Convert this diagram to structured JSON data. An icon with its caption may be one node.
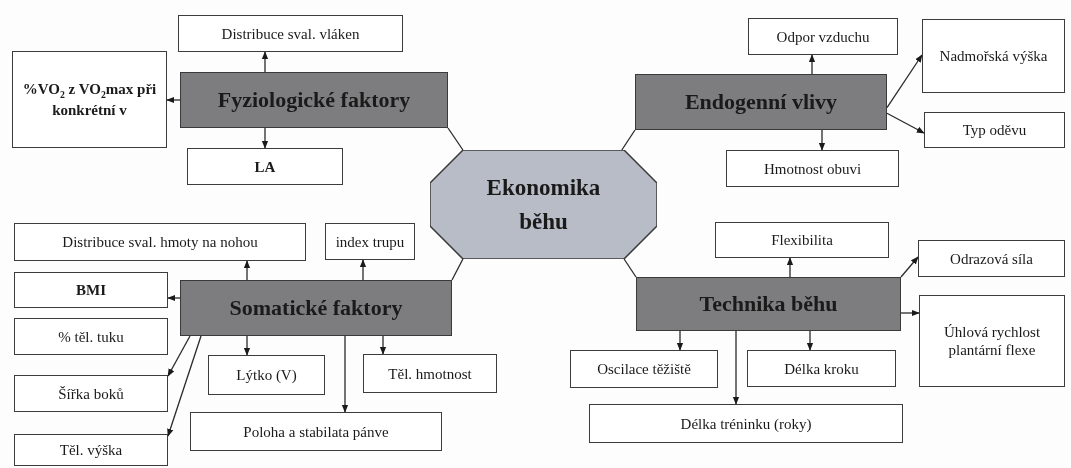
{
  "diagram": {
    "nodes": [
      {
        "text": [
          "Ekonomika běhu"
        ]
      },
      {
        "text": [
          "Fyziologické faktory"
        ]
      },
      {
        "text": [
          "Distribuce sval. vláken"
        ]
      },
      {
        "text": [
          "%VO$_{2}$ z VO$_{2}$max při konkrétní v"
        ]
      },
      {
        "text": [
          "LA"
        ]
      },
      {
        "text": [
          "Endogenní vlivy"
        ]
      },
      {
        "text": [
          "Odpor vzduchu"
        ]
      },
      {
        "text": [
          "Nadmořská výška"
        ]
      },
      {
        "text": [
          "Typ oděvu"
        ]
      },
      {
        "text": [
          "Hmotnost obuvi"
        ]
      },
      {
        "text": [
          "Somatické faktory"
        ]
      },
      {
        "text": [
          "Distribuce sval. hmoty na nohou"
        ]
      },
      {
        "text": [
          "index trupu"
        ]
      },
      {
        "text": [
          "BMI"
        ]
      },
      {
        "text": [
          "% těl. tuku"
        ]
      },
      {
        "text": [
          "Šířka boků"
        ]
      },
      {
        "text": [
          "Těl. výška"
        ]
      },
      {
        "text": [
          "Lýtko (V)"
        ]
      },
      {
        "text": [
          "Těl. hmotnost"
        ]
      },
      {
        "text": [
          "Poloha a stabilata pánve"
        ]
      },
      {
        "text": [
          "Technika běhu"
        ]
      },
      {
        "text": [
          "Flexibilita"
        ]
      },
      {
        "text": [
          "Odrazová síla"
        ]
      },
      {
        "text": [
          "Úhlová rychlost plantární flexe"
        ]
      },
      {
        "text": [
          "Oscilace těžiště"
        ]
      },
      {
        "text": [
          "Délka kroku"
        ]
      },
      {
        "text": [
          "Délka tréninku (roky)"
        ]
      }
    ],
    "edges": [
      {
        "from": 0,
        "to": 1,
        "arrow": "none"
      },
      {
        "from": 0,
        "to": 5,
        "arrow": "none"
      },
      {
        "from": 0,
        "to": 10,
        "arrow": "none"
      },
      {
        "from": 0,
        "to": 20,
        "arrow": "none"
      },
      {
        "from": 1,
        "to": 2,
        "arrow": "to"
      },
      {
        "from": 1,
        "to": 3,
        "arrow": "to"
      },
      {
        "from": 1,
        "to": 4,
        "arrow": "to"
      },
      {
        "from": 5,
        "to": 6,
        "arrow": "to"
      },
      {
        "from": 5,
        "to": 7,
        "arrow": "to"
      },
      {
        "from": 5,
        "to": 8,
        "arrow": "to"
      },
      {
        "from": 5,
        "to": 9,
        "arrow": "to"
      },
      {
        "from": 10,
        "to": 11,
        "arrow": "to"
      },
      {
        "from": 10,
        "to": 12,
        "arrow": "to"
      },
      {
        "from": 10,
        "to": 13,
        "arrow": "to"
      },
      {
        "from": 10,
        "to": 15,
        "arrow": "to"
      },
      {
        "from": 10,
        "to": 16,
        "arrow": "to"
      },
      {
        "from": 10,
        "to": 17,
        "arrow": "to"
      },
      {
        "from": 10,
        "to": 19,
        "arrow": "to"
      },
      {
        "from": 10,
        "to": 18,
        "arrow": "to"
      },
      {
        "from": 20,
        "to": 21,
        "arrow": "to"
      },
      {
        "from": 20,
        "to": 22,
        "arrow": "to"
      },
      {
        "from": 20,
        "to": 23,
        "arrow": "to"
      },
      {
        "from": 20,
        "to": 24,
        "arrow": "to"
      },
      {
        "from": 20,
        "to": 26,
        "arrow": "to"
      },
      {
        "from": 20,
        "to": 25,
        "arrow": "to"
      }
    ]
  }
}
